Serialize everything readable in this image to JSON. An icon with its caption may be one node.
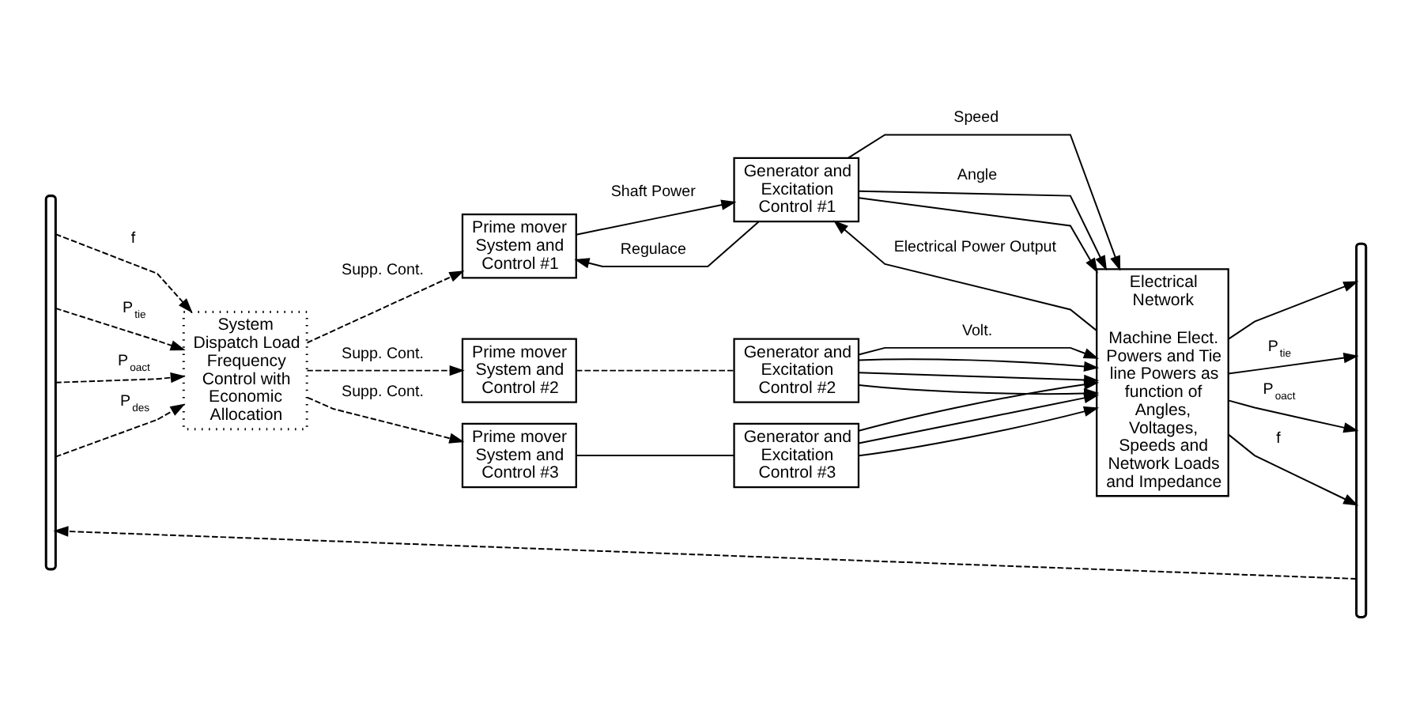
{
  "diagram": {
    "nodes": [
      {
        "text": [],
        "shape": "brace"
      },
      {
        "text": [
          "System Dispatch Load Frequency Control with Economic Allocation"
        ]
      },
      {
        "text": [
          "Prime mover System and Control #1"
        ]
      },
      {
        "text": [
          "Prime mover System and Control #2"
        ]
      },
      {
        "text": [
          "Prime mover System and Control #3"
        ]
      },
      {
        "text": [
          "Generator and Excitation Control #1"
        ]
      },
      {
        "text": [
          "Generator and Excitation Control #2"
        ]
      },
      {
        "text": [
          "Generator and Excitation Control #3"
        ]
      },
      {
        "text": [
          "Electrical Network",
          "Machine Elect. Powers and Tie line Powers as function of Angles, Voltages, Speeds and Network Loads and Impedance"
        ]
      },
      {
        "text": [],
        "shape": "brace"
      }
    ],
    "edges": [
      {
        "from": 0,
        "to": 1,
        "label": "f",
        "arrow": "to",
        "style": "dashed"
      },
      {
        "from": 0,
        "to": 1,
        "label": "P$_{tie}$",
        "arrow": "to",
        "style": "dashed"
      },
      {
        "from": 0,
        "to": 1,
        "label": "P$_{oact}$",
        "arrow": "to",
        "style": "dashed"
      },
      {
        "from": 0,
        "to": 1,
        "label": "P$_{des}$",
        "arrow": "to",
        "style": "dashed"
      },
      {
        "from": 1,
        "to": 2,
        "label": "Supp. Cont.",
        "arrow": "to",
        "style": "dashed"
      },
      {
        "from": 1,
        "to": 3,
        "label": "Supp. Cont.",
        "arrow": "to",
        "style": "dashed"
      },
      {
        "from": 1,
        "to": 4,
        "label": "Supp. Cont.",
        "arrow": "to",
        "style": "dashed"
      },
      {
        "from": 2,
        "to": 5,
        "label": "Shaft Power",
        "arrow": "to"
      },
      {
        "from": 3,
        "to": 6,
        "arrow": "none",
        "style": "dashed"
      },
      {
        "from": 4,
        "to": 7,
        "arrow": "none"
      },
      {
        "from": 5,
        "to": 8,
        "label": "Speed",
        "arrow": "to"
      },
      {
        "from": 5,
        "to": 8,
        "label": "Angle",
        "arrow": "to"
      },
      {
        "from": 5,
        "to": 8,
        "arrow": "to"
      },
      {
        "from": 6,
        "to": 8,
        "label": "Volt.",
        "arrow": "to"
      },
      {
        "from": 6,
        "to": 8,
        "arrow": "to"
      },
      {
        "from": 6,
        "to": 8,
        "arrow": "to"
      },
      {
        "from": 6,
        "to": 8,
        "arrow": "to"
      },
      {
        "from": 7,
        "to": 8,
        "arrow": "to"
      },
      {
        "from": 7,
        "to": 8,
        "arrow": "to"
      },
      {
        "from": 7,
        "to": 8,
        "arrow": "to"
      },
      {
        "from": 5,
        "to": 2,
        "label": "Regulace",
        "arrow": "to"
      },
      {
        "from": 8,
        "to": 5,
        "label": "Electrical Power Output",
        "arrow": "to"
      },
      {
        "from": 8,
        "to": 9,
        "arrow": "to"
      },
      {
        "from": 8,
        "to": 9,
        "label": "P$_{tie}$",
        "arrow": "to"
      },
      {
        "from": 8,
        "to": 9,
        "label": "P$_{oact}$",
        "arrow": "to"
      },
      {
        "from": 8,
        "to": 9,
        "label": "f",
        "arrow": "to"
      },
      {
        "from": 9,
        "to": 0,
        "arrow": "to",
        "style": "dashed"
      }
    ]
  }
}
